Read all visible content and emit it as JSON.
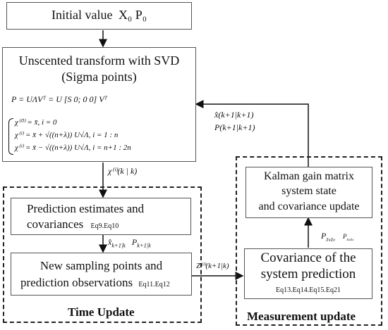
{
  "boxes": {
    "initial": {
      "label": "Initial value",
      "symbols": "X₀ P₀"
    },
    "unscented": {
      "line1": "Unscented transform with SVD",
      "line2": "(Sigma points)",
      "eq_svd": "P = UΛVᵀ = U [S 0; 0 0] Vᵀ",
      "sigma0": "χ⁽⁰⁾ = x̄, i = 0",
      "sigma1": "χ⁽ⁱ⁾ = x̄ + √((n+λ)) U√Λ, i = 1 : n",
      "sigma2": "χ⁽ⁱ⁾ = x̄ − √((n+λ)) U√Λ, i = n+1 : 2n"
    },
    "prediction": {
      "line1": "Prediction estimates and",
      "line2": "covariances",
      "eqs": "Eq9.Eq10"
    },
    "sampling": {
      "line1": "New sampling points and",
      "line2": "prediction observations",
      "eqs": "Eq11.Eq12"
    },
    "kalman": {
      "line1": "Kalman gain matrix",
      "line2": "system state",
      "line3": "and covariance update"
    },
    "covariance": {
      "line1": "Covariance of the",
      "line2": "system prediction",
      "eqs": "Eq13.Eq14.Eq15.Eq21"
    }
  },
  "groups": {
    "time_update": "Time Update",
    "measurement_update": "Measurement update"
  },
  "arrow_labels": {
    "chi": "χ⁽ⁱ⁾(k | k)",
    "x_hat_pred": "x̂",
    "x_hat_sub": "k+1|k",
    "p_pred": "P",
    "p_sub": "k+1|k",
    "z_label": "Z⁽ⁱ⁾(k+1|k)",
    "pzz": "P",
    "pzz_sub": "zₖzₖ",
    "pxz": "P",
    "pxz_sub": "xₖzₖ",
    "x_hat_update": "x̂(k+1|k+1)",
    "p_update": "P(k+1|k+1)"
  }
}
